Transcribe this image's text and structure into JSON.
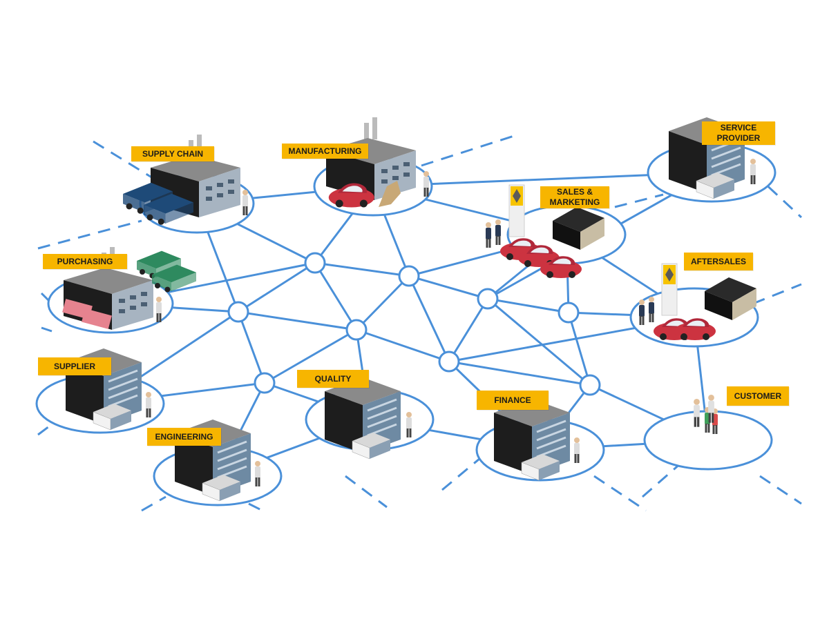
{
  "colors": {
    "network": "#4a90d9",
    "label_bg": "#f7b500",
    "building_dark": "#1d1d1d",
    "building_roof": "#8a8a8a",
    "building_glass": "#6e8aa3",
    "car_red": "#cc3340",
    "truck_blue": "#1e4a78",
    "truck_green": "#2e8a5f"
  },
  "nodes": [
    {
      "id": "supply-chain",
      "label": "SUPPLY CHAIN",
      "icon": "factory-with-trucks-icon"
    },
    {
      "id": "manufacturing",
      "label": "MANUFACTURING",
      "icon": "factory-with-robot-icon"
    },
    {
      "id": "service-provider",
      "label": "SERVICE\nPROVIDER",
      "icon": "office-building-icon"
    },
    {
      "id": "sales-marketing",
      "label": "SALES &\nMARKETING",
      "icon": "dealership-icon"
    },
    {
      "id": "purchasing",
      "label": "PURCHASING",
      "icon": "factory-with-trucks-icon"
    },
    {
      "id": "aftersales",
      "label": "AFTERSALES",
      "icon": "dealership-icon"
    },
    {
      "id": "supplier",
      "label": "SUPPLIER",
      "icon": "office-building-icon"
    },
    {
      "id": "quality",
      "label": "QUALITY",
      "icon": "office-building-icon"
    },
    {
      "id": "finance",
      "label": "FINANCE",
      "icon": "office-building-icon"
    },
    {
      "id": "customer",
      "label": "CUSTOMER",
      "icon": "family-icon"
    },
    {
      "id": "engineering",
      "label": "ENGINEERING",
      "icon": "office-building-icon"
    }
  ]
}
